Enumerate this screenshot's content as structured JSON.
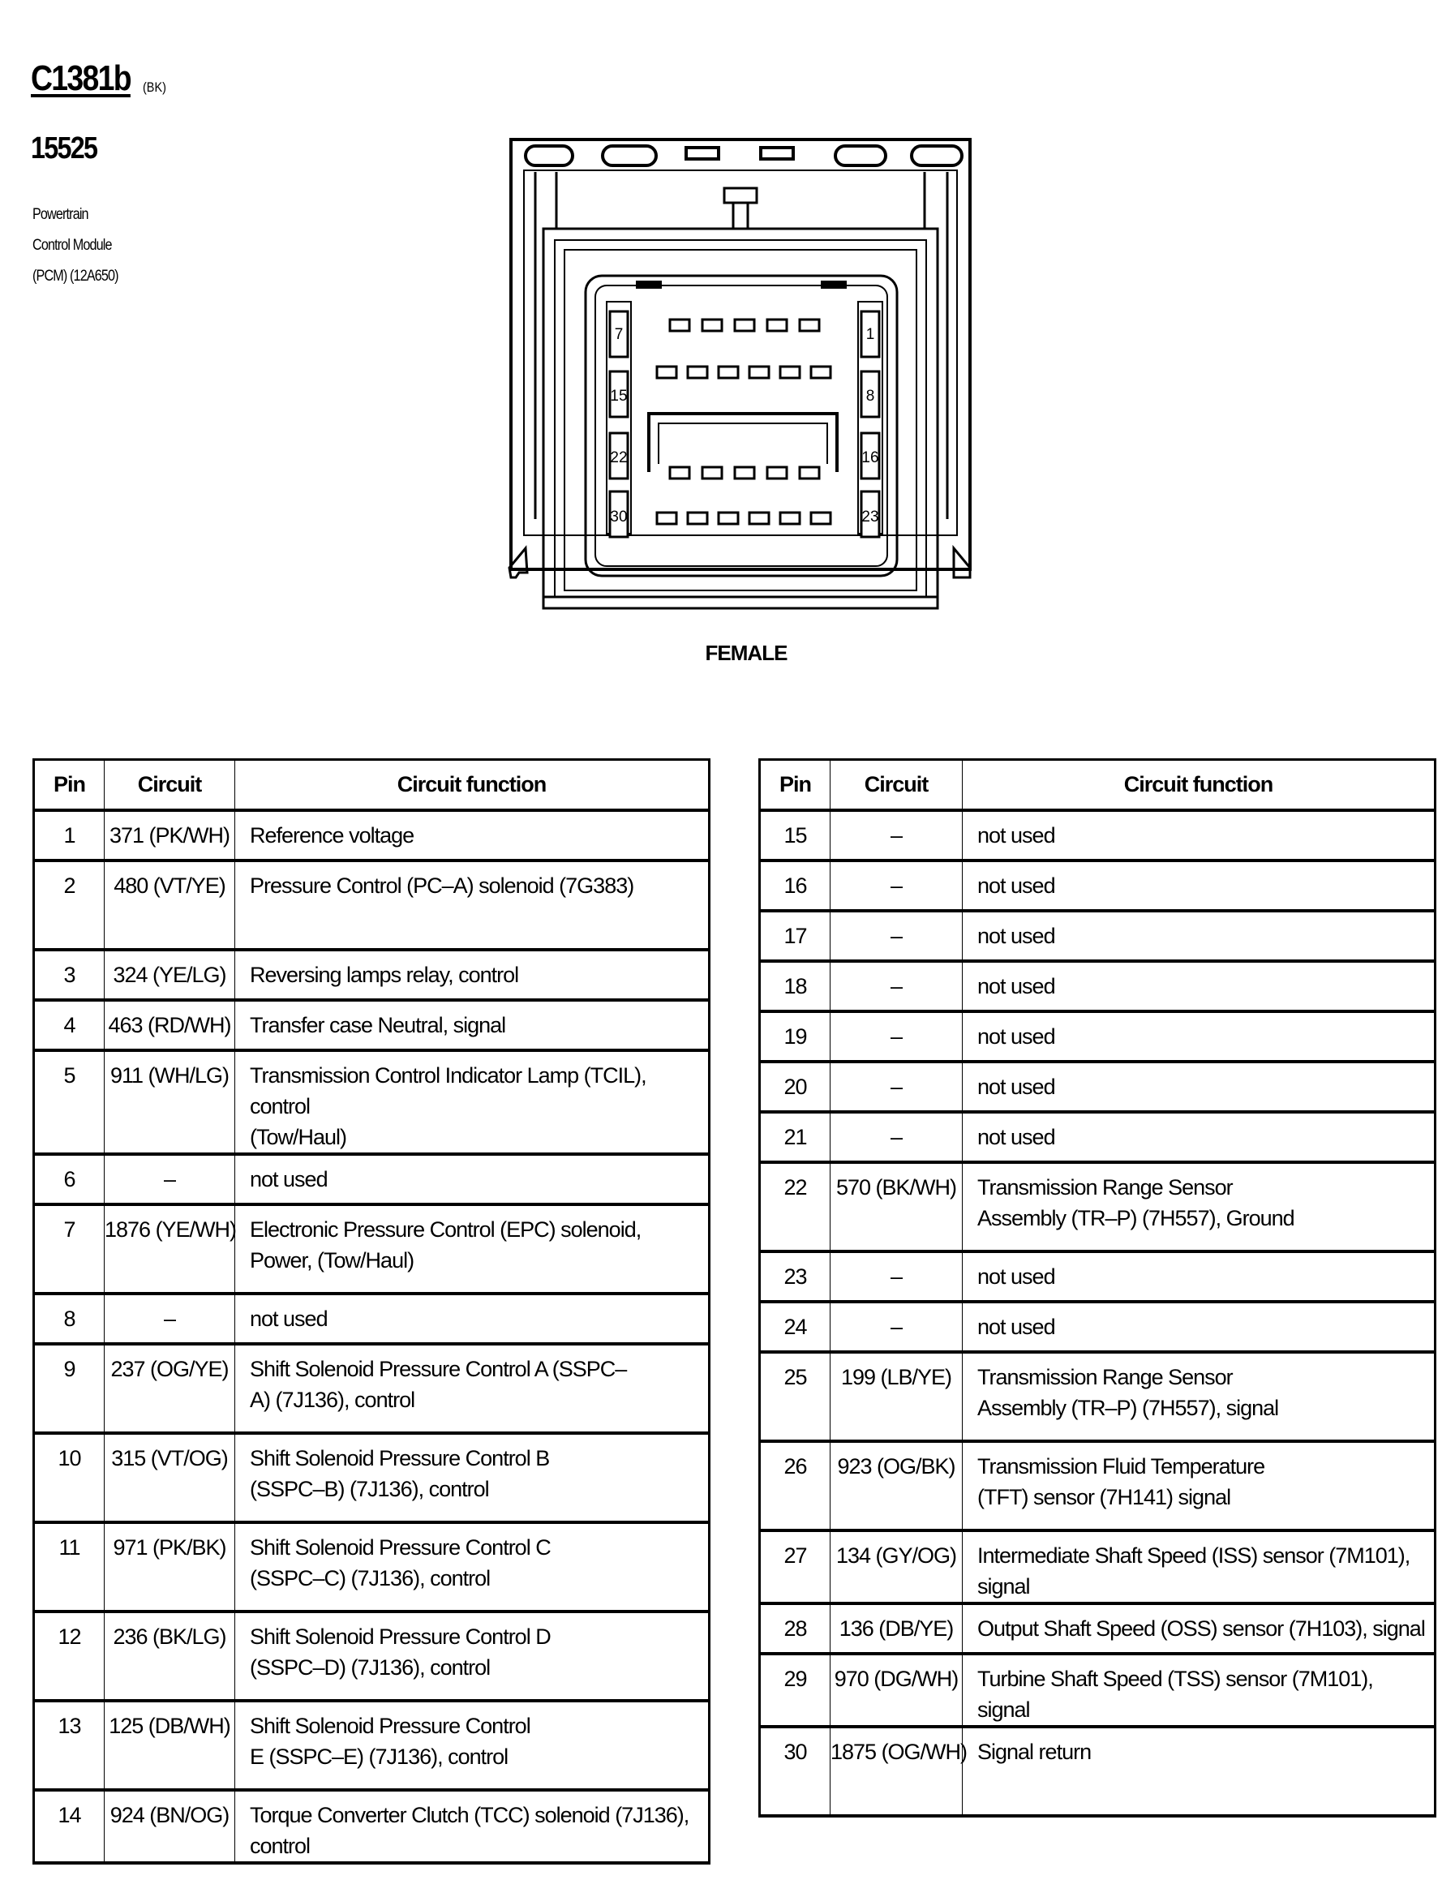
{
  "connector": {
    "id": "C1381b",
    "color": "(BK)",
    "part_number": "15525",
    "description": [
      "Powertrain",
      "Control Module",
      "(PCM) (12A650)"
    ]
  },
  "diagram": {
    "gender": "FEMALE",
    "cavity_labels": {
      "left": [
        "7",
        "15",
        "22",
        "30"
      ],
      "right": [
        "1",
        "8",
        "16",
        "23"
      ]
    }
  },
  "table": {
    "headers": {
      "pin": "Pin",
      "circuit": "Circuit",
      "function": "Circuit function"
    },
    "left_rows": [
      {
        "pin": "1",
        "circuit": "371 (PK/WH)",
        "function": [
          "Reference voltage"
        ]
      },
      {
        "pin": "2",
        "circuit": "480 (VT/YE)",
        "function": [
          "Pressure Control (PC–A) solenoid (7G383)"
        ]
      },
      {
        "pin": "3",
        "circuit": "324 (YE/LG)",
        "function": [
          "Reversing lamps relay, control"
        ]
      },
      {
        "pin": "4",
        "circuit": "463 (RD/WH)",
        "function": [
          "Transfer case Neutral, signal"
        ]
      },
      {
        "pin": "5",
        "circuit": "911 (WH/LG)",
        "function": [
          "Transmission Control Indicator Lamp (TCIL), control",
          "(Tow/Haul)"
        ]
      },
      {
        "pin": "6",
        "circuit": "–",
        "function": [
          "not used"
        ]
      },
      {
        "pin": "7",
        "circuit": "1876 (YE/WH)",
        "function": [
          "Electronic Pressure Control (EPC) solenoid,",
          "Power, (Tow/Haul)"
        ]
      },
      {
        "pin": "8",
        "circuit": "–",
        "function": [
          "not used"
        ]
      },
      {
        "pin": "9",
        "circuit": "237 (OG/YE)",
        "function": [
          "Shift Solenoid Pressure Control A (SSPC–",
          "A) (7J136), control"
        ]
      },
      {
        "pin": "10",
        "circuit": "315 (VT/OG)",
        "function": [
          "Shift Solenoid Pressure Control B",
          "(SSPC–B) (7J136), control"
        ]
      },
      {
        "pin": "11",
        "circuit": "971 (PK/BK)",
        "function": [
          "Shift Solenoid Pressure Control C",
          "(SSPC–C) (7J136), control"
        ]
      },
      {
        "pin": "12",
        "circuit": "236 (BK/LG)",
        "function": [
          "Shift Solenoid Pressure Control D",
          "(SSPC–D) (7J136), control"
        ]
      },
      {
        "pin": "13",
        "circuit": "125 (DB/WH)",
        "function": [
          "Shift Solenoid Pressure Control",
          "E (SSPC–E) (7J136), control"
        ]
      },
      {
        "pin": "14",
        "circuit": "924 (BN/OG)",
        "function": [
          "Torque Converter Clutch (TCC) solenoid (7J136), control"
        ]
      }
    ],
    "right_rows": [
      {
        "pin": "15",
        "circuit": "–",
        "function": [
          "not used"
        ]
      },
      {
        "pin": "16",
        "circuit": "–",
        "function": [
          "not used"
        ]
      },
      {
        "pin": "17",
        "circuit": "–",
        "function": [
          "not used"
        ]
      },
      {
        "pin": "18",
        "circuit": "–",
        "function": [
          "not used"
        ]
      },
      {
        "pin": "19",
        "circuit": "–",
        "function": [
          "not used"
        ]
      },
      {
        "pin": "20",
        "circuit": "–",
        "function": [
          "not used"
        ]
      },
      {
        "pin": "21",
        "circuit": "–",
        "function": [
          "not used"
        ]
      },
      {
        "pin": "22",
        "circuit": "570 (BK/WH)",
        "function": [
          "Transmission Range Sensor",
          "Assembly (TR–P) (7H557), Ground"
        ]
      },
      {
        "pin": "23",
        "circuit": "–",
        "function": [
          "not used"
        ]
      },
      {
        "pin": "24",
        "circuit": "–",
        "function": [
          "not used"
        ]
      },
      {
        "pin": "25",
        "circuit": "199 (LB/YE)",
        "function": [
          "Transmission Range Sensor",
          "Assembly (TR–P) (7H557), signal"
        ]
      },
      {
        "pin": "26",
        "circuit": "923 (OG/BK)",
        "function": [
          "Transmission Fluid Temperature",
          "(TFT) sensor (7H141) signal"
        ]
      },
      {
        "pin": "27",
        "circuit": "134 (GY/OG)",
        "function": [
          "Intermediate Shaft Speed (ISS) sensor (7M101), signal"
        ]
      },
      {
        "pin": "28",
        "circuit": "136 (DB/YE)",
        "function": [
          "Output Shaft Speed (OSS) sensor (7H103), signal"
        ]
      },
      {
        "pin": "29",
        "circuit": "970 (DG/WH)",
        "function": [
          "Turbine Shaft Speed (TSS) sensor (7M101), signal"
        ]
      },
      {
        "pin": "30",
        "circuit": "1875 (OG/WH)",
        "function": [
          "Signal return"
        ]
      }
    ]
  }
}
